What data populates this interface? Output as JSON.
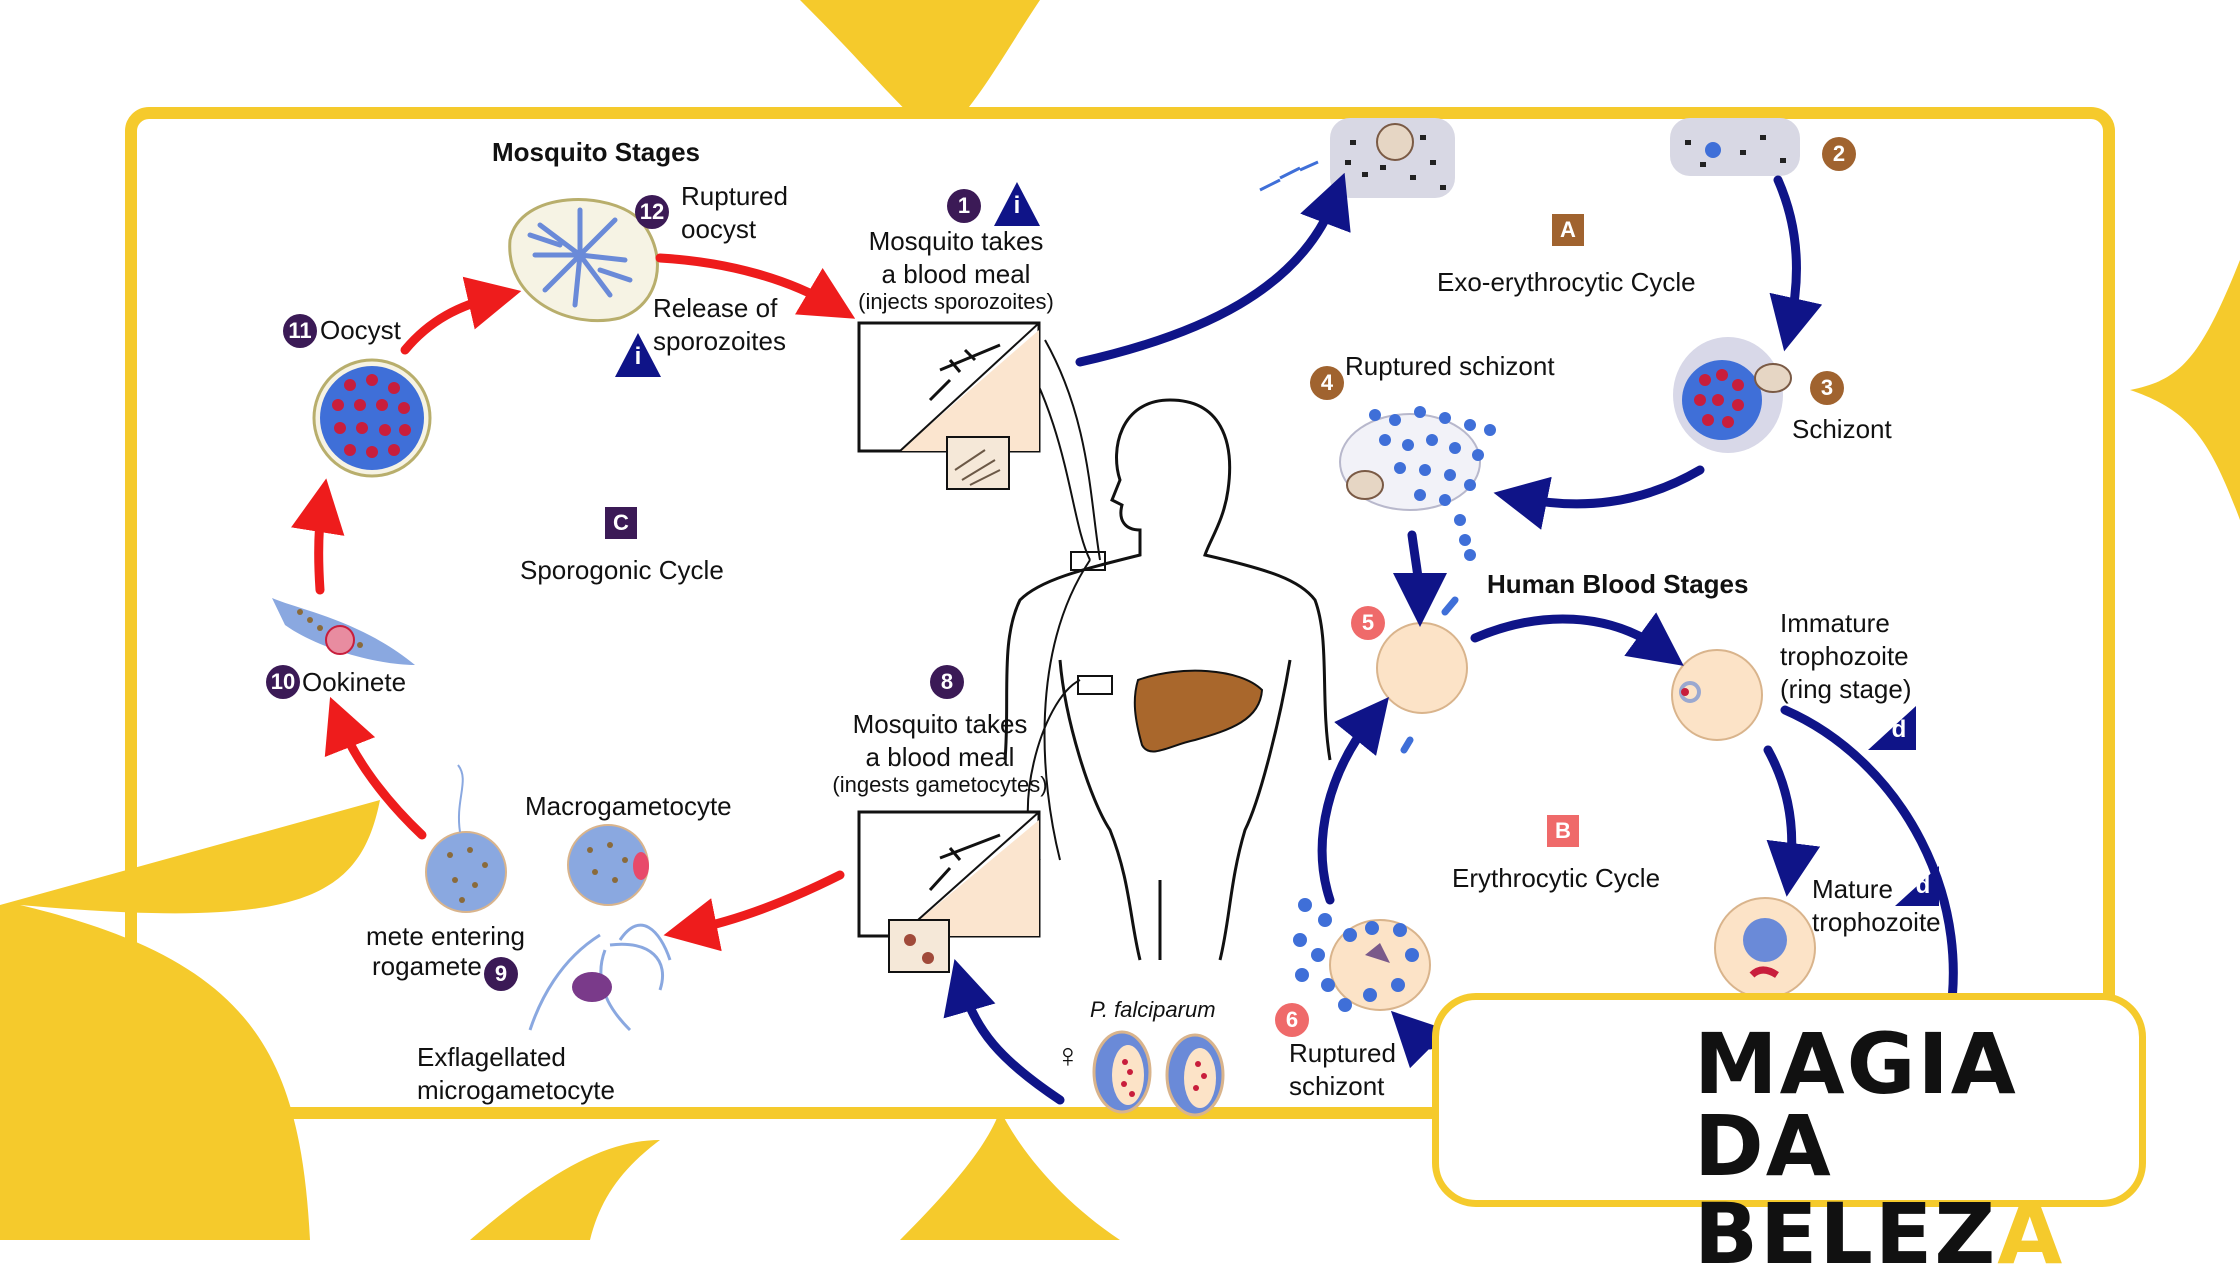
{
  "titles": {
    "mosquito_stages": "Mosquito Stages",
    "human_blood_stages": "Human Blood Stages"
  },
  "cycles": {
    "exo": {
      "letter": "A",
      "name": "Exo-erythrocytic Cycle"
    },
    "erythro": {
      "letter": "B",
      "name": "Erythrocytic Cycle"
    },
    "sporo": {
      "letter": "C",
      "name": "Sporogonic Cycle"
    }
  },
  "steps": {
    "s1": {
      "num": "1",
      "line1": "Mosquito takes",
      "line2": "a blood meal",
      "line3": "(injects sporozoites)"
    },
    "s2": {
      "num": "2"
    },
    "s3": {
      "num": "3",
      "label": "Schizont"
    },
    "s4": {
      "num": "4",
      "label": "Ruptured schizont"
    },
    "s5": {
      "num": "5"
    },
    "imm": {
      "line1": "Immature",
      "line2": "trophozoite",
      "line3": "(ring stage)"
    },
    "mat": {
      "line1": "Mature",
      "line2": "trophozoite"
    },
    "s6": {
      "num": "6",
      "line1": "Ruptured",
      "line2": "schizont"
    },
    "s8": {
      "num": "8",
      "line1": "Mosquito takes",
      "line2": "a blood meal",
      "line3": "(ingests gametocytes)"
    },
    "s9": {
      "num": "9",
      "line1": "mete entering",
      "line2": "rogamete"
    },
    "macro": {
      "label": "Macrogametocyte"
    },
    "exfl": {
      "line1": "Exflagellated",
      "line2": "microgametocyte"
    },
    "s10": {
      "num": "10",
      "label": "Ookinete"
    },
    "s11": {
      "num": "11",
      "label": "Oocyst"
    },
    "s12": {
      "num": "12",
      "line1": "Ruptured",
      "line2": "oocyst"
    },
    "release": {
      "line1": "Release of",
      "line2": "sporozoites"
    }
  },
  "markers": {
    "i": "i",
    "d": "d"
  },
  "species": {
    "name": "P. falciparum",
    "female_symbol": "♀"
  },
  "brand": {
    "line1": "MAGIA",
    "line2": "DA BELEZ",
    "accent": "A"
  },
  "colors": {
    "frame": "#f5ca2c",
    "human_arrow": "#0f1488",
    "mosquito_arrow": "#ee1c1c",
    "parasite_blue": "#3f6fd8",
    "parasite_red": "#c81e3c",
    "rbc": "#fce3c7"
  }
}
